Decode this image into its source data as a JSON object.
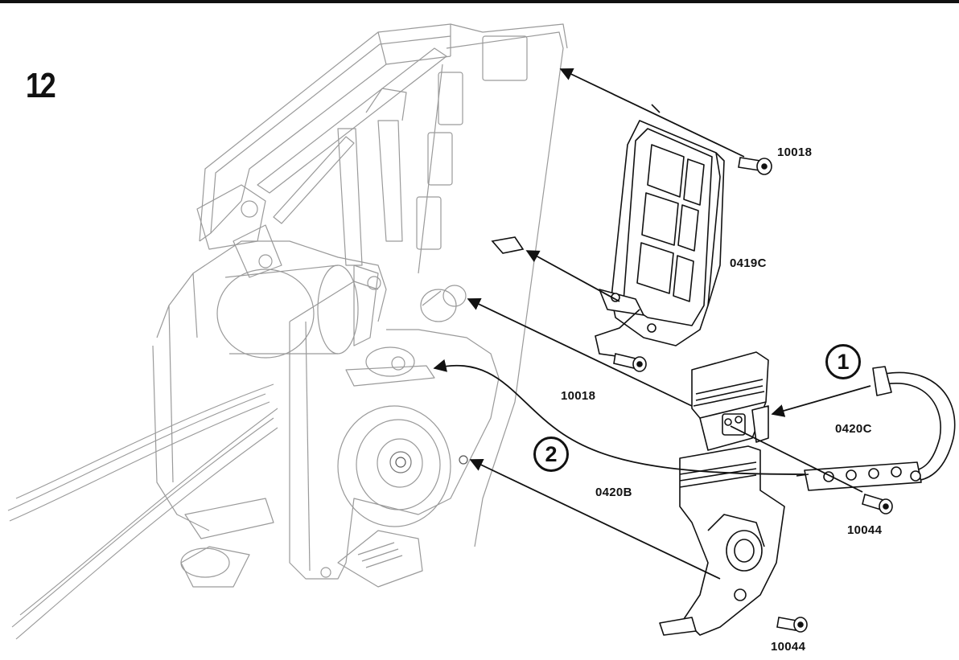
{
  "step_number": "12",
  "callouts": [
    "1",
    "2"
  ],
  "part_labels": {
    "screw_top": "10018",
    "cover_top": "0419C",
    "screw_mid": "10018",
    "cover_right": "0420C",
    "cover_bottom": "0420B",
    "screw_right": "10044",
    "screw_bottom": "10044"
  },
  "colors": {
    "line": "#111111",
    "faint": "#9a9a9a",
    "background": "#ffffff"
  }
}
